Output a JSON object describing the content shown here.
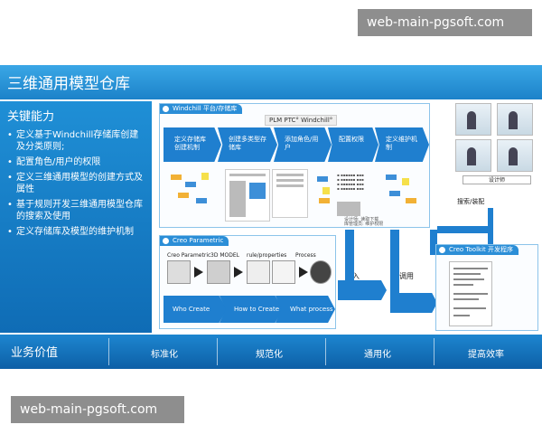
{
  "watermarks": {
    "top": "web-main-pgsoft.com",
    "bottom": "web-main-pgsoft.com"
  },
  "slide": {
    "title": "三维通用模型仓库",
    "left_panel": {
      "heading": "关键能力",
      "items": [
        "定义基于Windchill存储库创建及分类原则;",
        "配置角色/用户的权限",
        "定义三维通用模型的创建方式及属性",
        "基于规则开发三维通用模型仓库的搜索及使用",
        "定义存储库及模型的维护机制"
      ]
    },
    "windchill": {
      "tab": "Windchill 平台/存储库",
      "logo": "PLM  PTC° Windchill°",
      "steps": [
        "定义存储库创建机制",
        "创建多类型存储库",
        "添加角色/用户",
        "配置权限",
        "定义维护机制"
      ],
      "note": "设计师: 读取下载\n库管理员: 维护权限"
    },
    "creo": {
      "tab": "Creo Parametric",
      "labels": [
        "Creo Parametric",
        "3D MODEL",
        "rule/properties",
        "Process"
      ],
      "steps": [
        "Who Create",
        "How to Create",
        "What process"
      ]
    },
    "arrows": {
      "checkin": "检入",
      "invoke": "调用"
    },
    "right": {
      "designer": "设计师",
      "caption": "搜索/装配"
    },
    "toolkit": {
      "tab": "Creo Toolkit 开发程序"
    },
    "bottom_bar": {
      "title": "业务价值",
      "items": [
        "标准化",
        "规范化",
        "通用化",
        "提高效率"
      ]
    }
  }
}
